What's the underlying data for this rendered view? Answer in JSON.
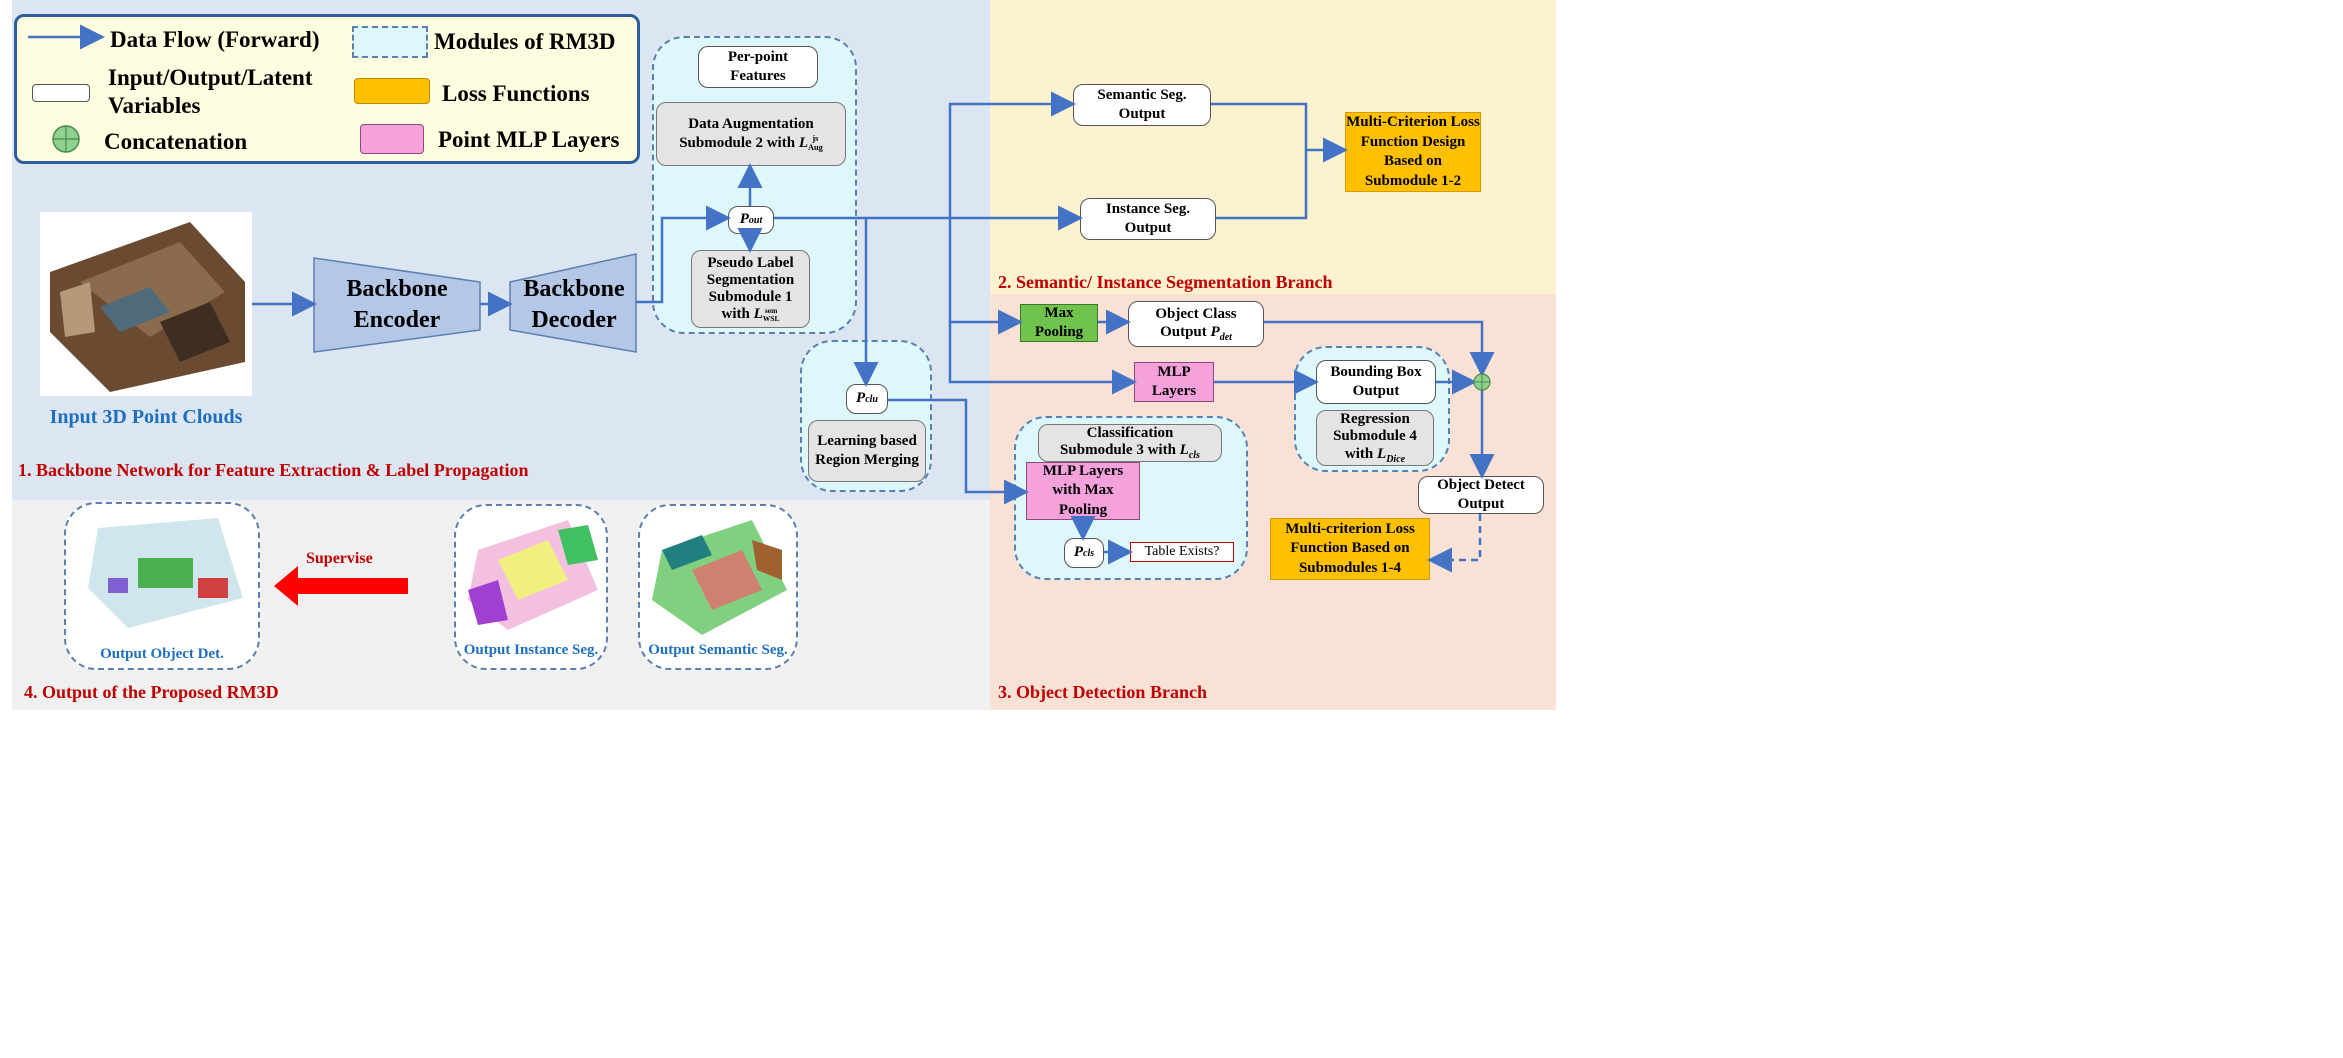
{
  "legend": {
    "data_flow": "Data Flow (Forward)",
    "modules": "Modules of RM3D",
    "io_latent": "Input/Output/Latent Variables",
    "loss": "Loss Functions",
    "concat": "Concatenation",
    "mlp": "Point MLP Layers"
  },
  "sections": {
    "s1": "1. Backbone Network for Feature Extraction & Label Propagation",
    "s2": "2. Semantic/ Instance Segmentation Branch",
    "s3": "3. Object Detection Branch",
    "s4": "4. Output of the Proposed RM3D"
  },
  "backbone": {
    "input_caption": "Input 3D Point Clouds",
    "encoder": "Backbone Encoder",
    "decoder": "Backbone Decoder"
  },
  "module1": {
    "per_point": "Per-point Features",
    "aug_line1": "Data Augmentation",
    "aug_line2": "Submodule 2 with",
    "aug_sym": "L",
    "aug_sup": "js",
    "aug_sub": "Aug",
    "p_out": "P",
    "p_out_sub": "out",
    "pseudo_line1": "Pseudo Label",
    "pseudo_line2": "Segmentation",
    "pseudo_line3": "Submodule 1",
    "pseudo_with": "with",
    "pseudo_sym": "L",
    "pseudo_sup": "sem",
    "pseudo_sub": "WSL"
  },
  "merge": {
    "p_clu": "P",
    "p_clu_sub": "clu",
    "label": "Learning based Region Merging"
  },
  "seg_branch": {
    "semantic": "Semantic Seg. Output",
    "instance": "Instance Seg. Output",
    "loss": "Multi-Criterion Loss Function Design Based on Submodule 1-2"
  },
  "det_branch": {
    "max_pool": "Max Pooling",
    "obj_class_line": "Object Class",
    "obj_class_out": "Output",
    "obj_class_sym": "P",
    "obj_class_sub": "det",
    "mlp_layers": "MLP Layers",
    "bbox": "Bounding Box Output",
    "reg_line1": "Regression",
    "reg_line2": "Submodule 4",
    "reg_with": "with",
    "reg_sym": "L",
    "reg_sub": "Dice",
    "cls_line1": "Classification",
    "cls_line2": "Submodule 3 with",
    "cls_sym": "L",
    "cls_sub": "cls",
    "mlp_max": "MLP Layers with Max Pooling",
    "p_cls": "P",
    "p_cls_sub": "cls",
    "table": "Table Exists?",
    "obj_detect": "Object Detect Output",
    "loss2": "Multi-criterion Loss Function Based on Submodules 1-4"
  },
  "outputs": {
    "obj_det": "Output Object Det.",
    "supervise": "Supervise",
    "inst_seg": "Output Instance Seg.",
    "sem_seg": "Output Semantic Seg."
  },
  "colors": {
    "region1": "#dce6f2",
    "region2": "#fdf2d0",
    "region3": "#f9e1d6",
    "region4": "#f0f0f0",
    "arrow": "#4472c4",
    "section_label": "#c00000",
    "caption": "#1f6fbf"
  }
}
